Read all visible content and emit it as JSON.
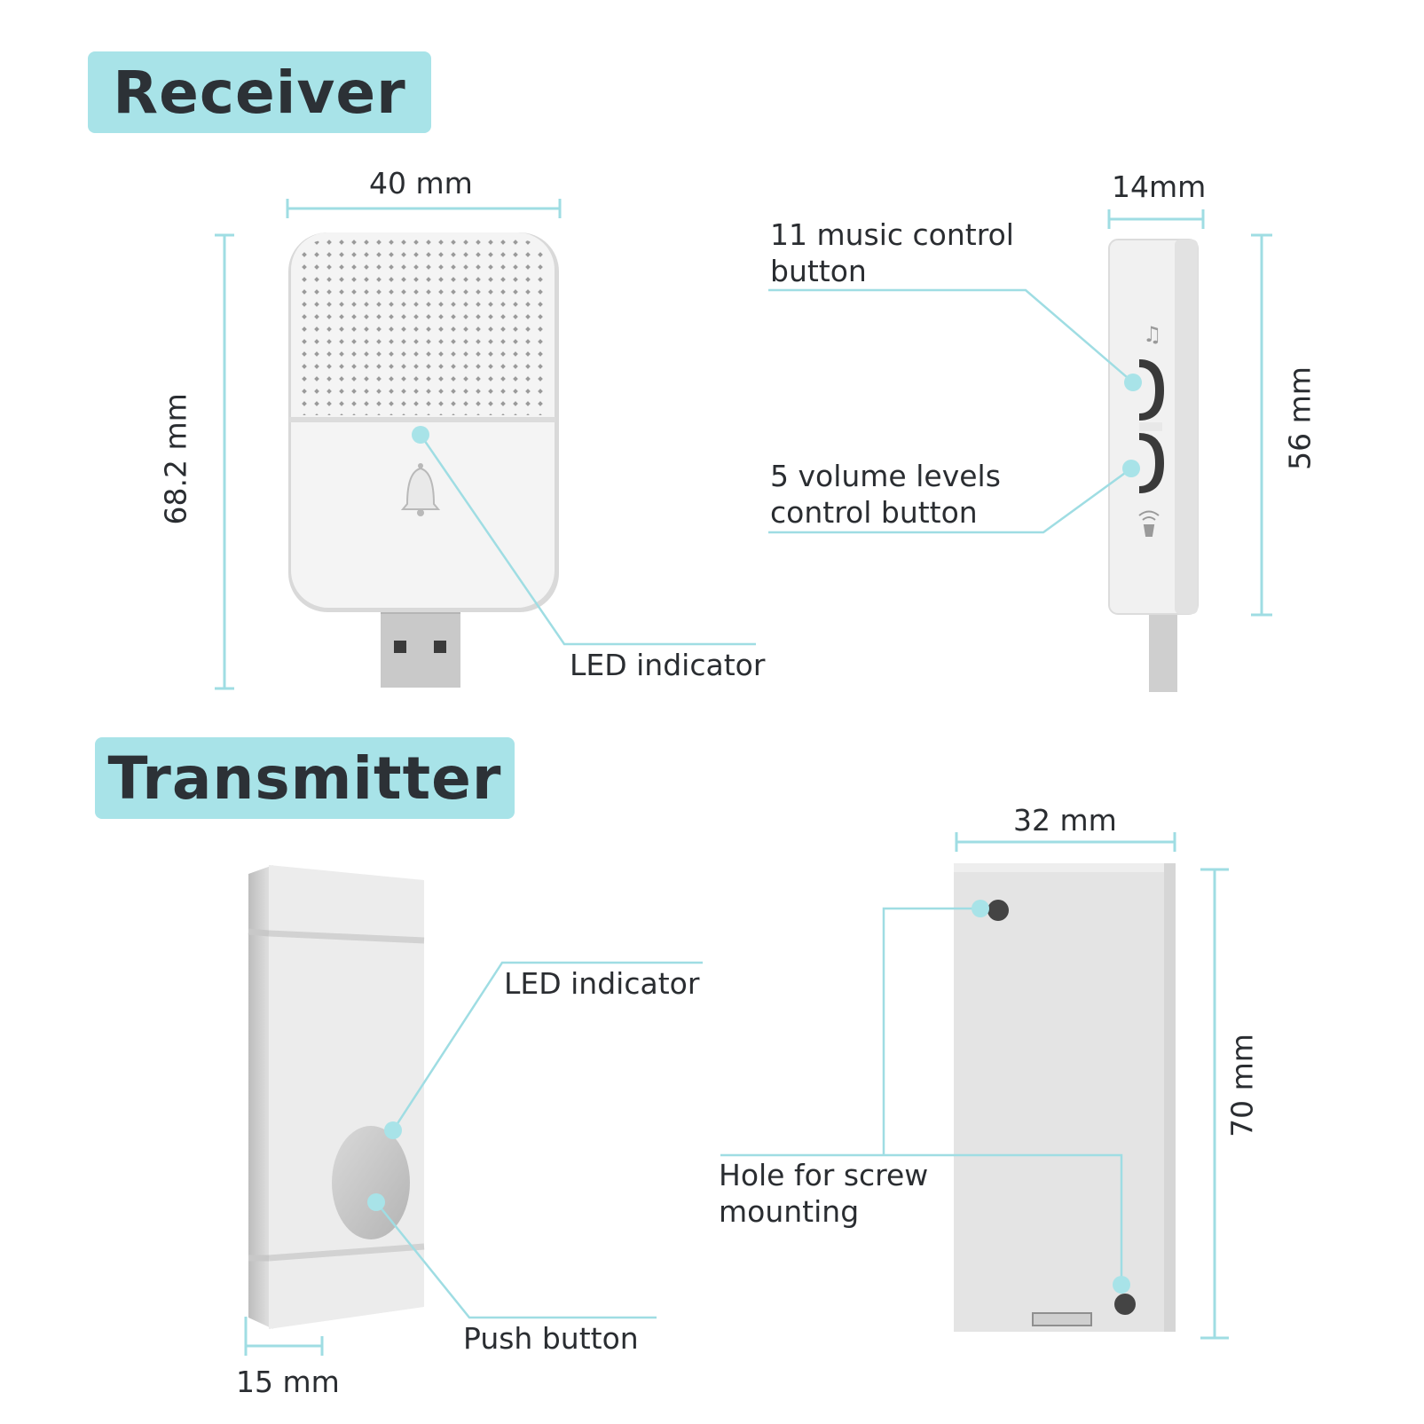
{
  "sections": {
    "receiver_title": "Receiver",
    "transmitter_title": "Transmitter"
  },
  "receiver": {
    "width": "40 mm",
    "height": "68.2 mm",
    "side_depth": "14mm",
    "side_height": "56 mm",
    "led_label": "LED indicator",
    "music_button_label": [
      "11 music control",
      "button"
    ],
    "volume_button_label": [
      "5 volume levels",
      "control button"
    ]
  },
  "transmitter": {
    "led_label": "LED indicator",
    "push_label": "Push button",
    "depth": "15 mm",
    "back_width": "32 mm",
    "back_height": "70 mm",
    "hole_label": [
      "Hole for screw",
      "mounting"
    ]
  },
  "colors": {
    "accent": "#a8e3e8",
    "dimension_line": "#9fdde3",
    "device_body": "#f2f2f2",
    "device_shadow": "#d2d2d2"
  },
  "icons": [
    "bell-icon",
    "music-note-icon",
    "volume-icon"
  ]
}
